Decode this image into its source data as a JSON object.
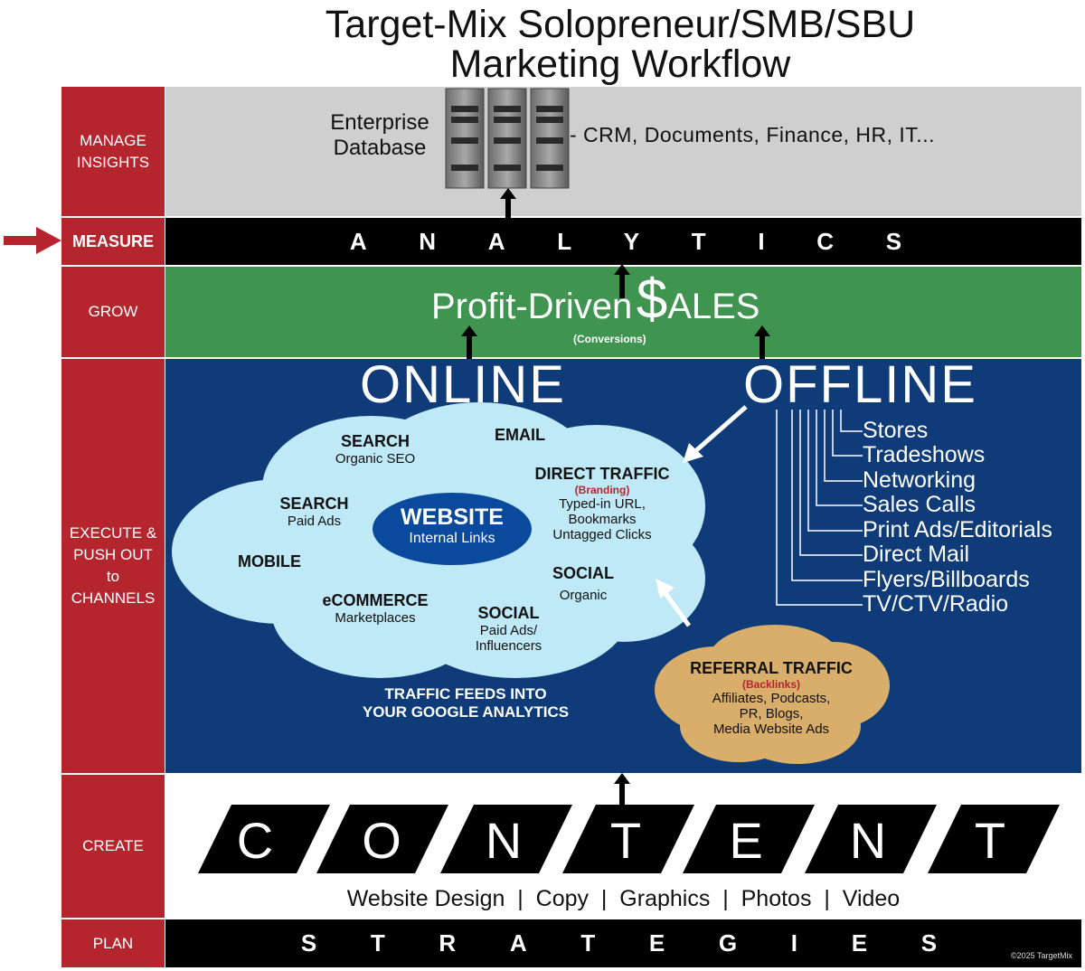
{
  "title": {
    "line1": "Target-Mix Solopreneur/SMB/SBU",
    "line2": "Marketing Workflow"
  },
  "sidebar": [
    {
      "label": "MANAGE INSIGHTS"
    },
    {
      "label": "MEASURE"
    },
    {
      "label": "GROW"
    },
    {
      "label": "EXECUTE & PUSH OUT to CHANNELS"
    },
    {
      "label": "CREATE"
    },
    {
      "label": "PLAN"
    }
  ],
  "insights": {
    "db_line1": "Enterprise",
    "db_line2": "Database",
    "systems": "- CRM, Documents, Finance, HR, IT..."
  },
  "analytics": {
    "letters": [
      "A",
      "N",
      "A",
      "L",
      "Y",
      "T",
      "I",
      "C",
      "S"
    ]
  },
  "grow": {
    "main": "Profit-Driven",
    "dollar": "$",
    "sales": "ALES",
    "sub": "(Conversions)"
  },
  "execute": {
    "online": "ONLINE",
    "offline": "OFFLINE",
    "website": {
      "title": "WEBSITE",
      "sub": "Internal Links"
    },
    "channels": {
      "search_organic": {
        "title": "SEARCH",
        "sub": "Organic SEO"
      },
      "email": {
        "title": "EMAIL"
      },
      "direct": {
        "title": "DIRECT TRAFFIC",
        "tag": "(Branding)",
        "l1": "Typed-in URL,",
        "l2": "Bookmarks",
        "l3": "Untagged Clicks"
      },
      "search_paid": {
        "title": "SEARCH",
        "sub": "Paid Ads"
      },
      "mobile": {
        "title": "MOBILE"
      },
      "social_organic": {
        "title": "SOCIAL",
        "sub": "Organic"
      },
      "ecommerce": {
        "title": "eCOMMERCE",
        "sub": "Marketplaces"
      },
      "social_paid": {
        "title": "SOCIAL",
        "sub1": "Paid Ads/",
        "sub2": "Influencers"
      }
    },
    "traffic_note": {
      "l1": "TRAFFIC FEEDS INTO",
      "l2": "YOUR GOOGLE ANALYTICS"
    },
    "referral": {
      "title": "REFERRAL TRAFFIC",
      "tag": "(Backlinks)",
      "l1": "Affiliates, Podcasts,",
      "l2": "PR, Blogs,",
      "l3": "Media Website Ads"
    },
    "offline_items": [
      "Stores",
      "Tradeshows",
      "Networking",
      "Sales Calls",
      "Print Ads/Editorials",
      "Direct Mail",
      "Flyers/Billboards",
      "TV/CTV/Radio"
    ]
  },
  "create": {
    "letters": [
      "C",
      "O",
      "N",
      "T",
      "E",
      "N",
      "T"
    ],
    "types": "Website Design  |  Copy  |  Graphics  |  Photos  |  Video"
  },
  "plan": {
    "letters": [
      "S",
      "T",
      "R",
      "A",
      "T",
      "E",
      "G",
      "I",
      "E",
      "S"
    ]
  },
  "copyright": "©2025 TargetMix",
  "colors": {
    "red": "#b5252d",
    "green": "#3f9450",
    "navy": "#0f3c79",
    "sky": "#bfe9f7",
    "tan": "#d8ae6a",
    "gray": "#cfcfcf"
  }
}
